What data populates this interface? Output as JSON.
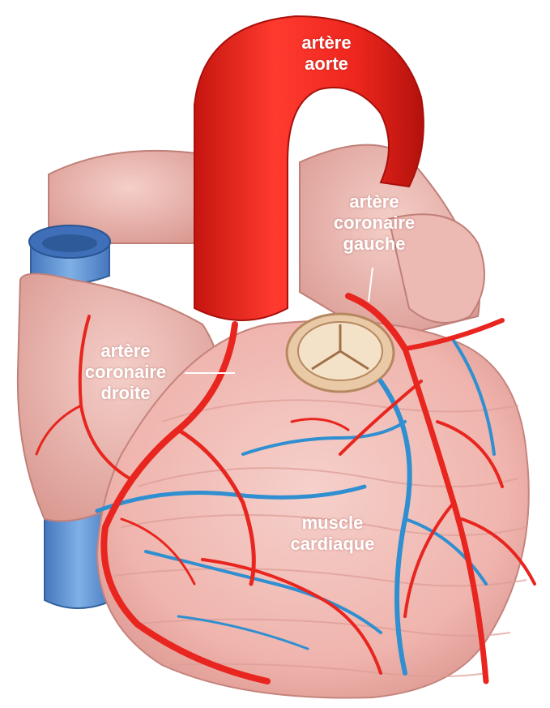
{
  "labels": {
    "aorta": [
      "artère",
      "aorte"
    ],
    "left_coronary": [
      "artère",
      "coronaire",
      "gauche"
    ],
    "right_coronary": [
      "artère",
      "coronaire",
      "droite"
    ],
    "muscle": [
      "muscle",
      "cardiaque"
    ]
  },
  "colors": {
    "artery": "#e8251f",
    "artery_dark": "#b5120e",
    "vein": "#2f8fd0",
    "vena_cava": "#5b8fcf",
    "muscle": "#f1b9b3",
    "muscle_shade": "#d98f8a",
    "atrium": "#eab1aa",
    "valve": "#f2dcc0",
    "label_text": "#ffffff"
  }
}
